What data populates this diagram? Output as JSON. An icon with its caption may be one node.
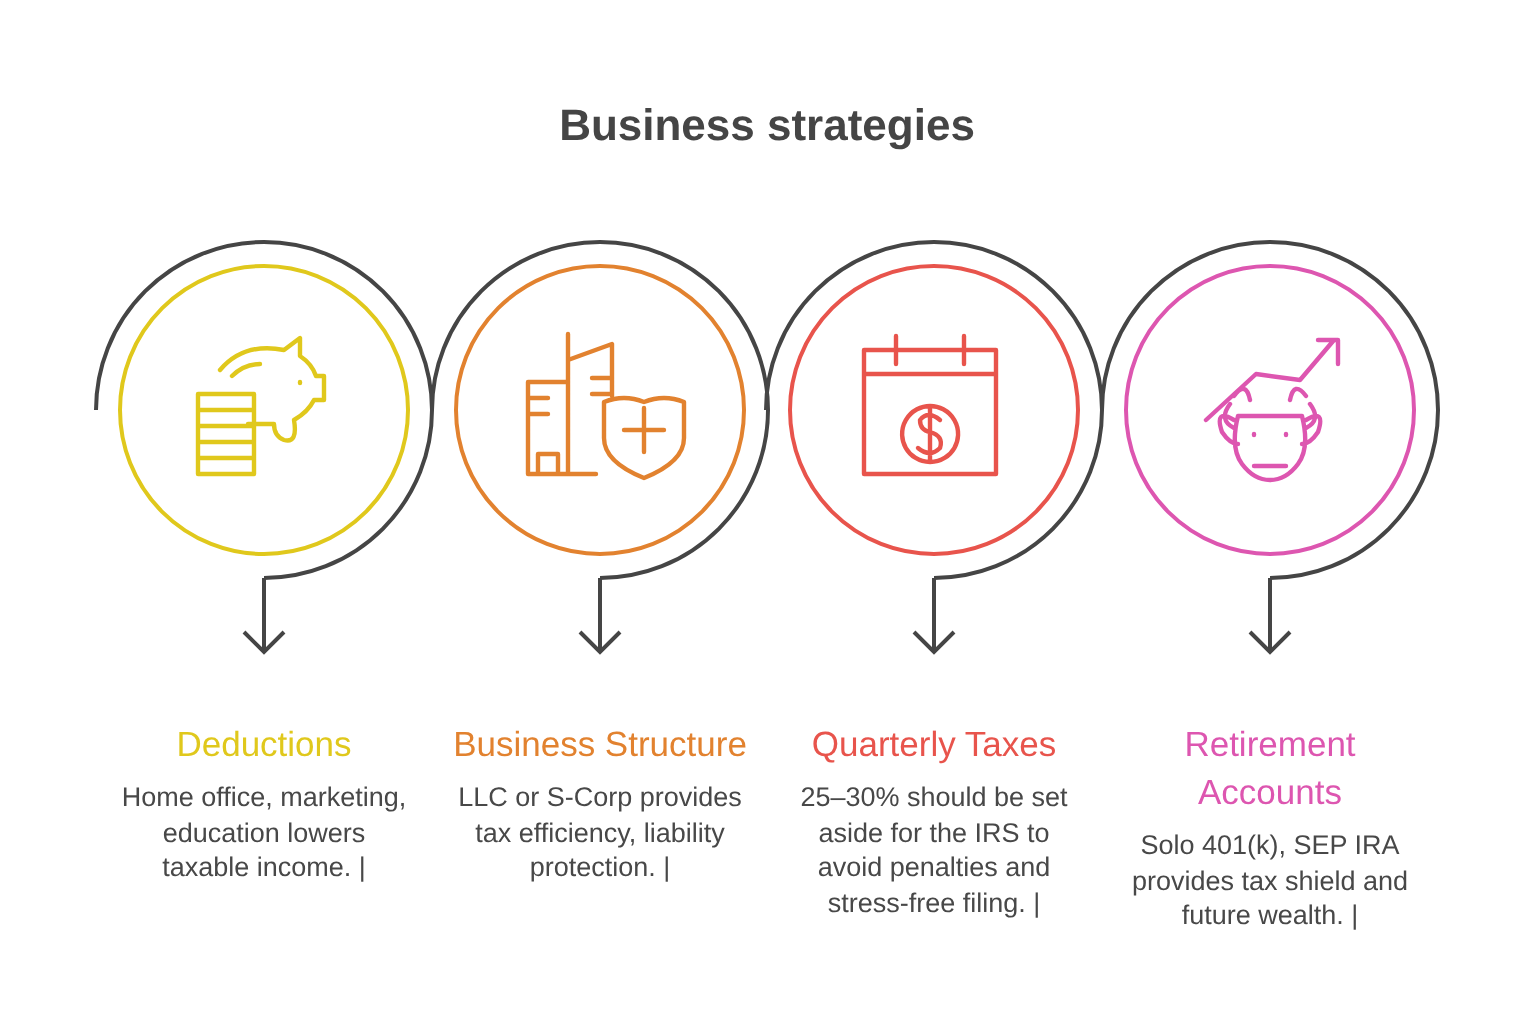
{
  "diagram": {
    "title": "Business strategies",
    "nodes": [
      {
        "text": [],
        "shape": "circle"
      },
      {
        "text": [
          "Deductions",
          "Home office, marketing, education lowers taxable income. |"
        ]
      },
      {
        "text": [],
        "shape": "circle"
      },
      {
        "text": [
          "Business Structure",
          "LLC or S-Corp provides tax efficiency, liability protection. |"
        ]
      },
      {
        "text": [],
        "shape": "circle"
      },
      {
        "text": [
          "Quarterly Taxes",
          "25–30% should be set aside for the IRS to avoid penalties and stress-free filing. |"
        ]
      },
      {
        "text": [],
        "shape": "circle"
      },
      {
        "text": [
          "Retirement Accounts",
          "Solo 401(k), SEP IRA provides tax shield and future wealth. |"
        ]
      }
    ],
    "edges": [
      {
        "from": 0,
        "to": 1,
        "arrow": "to"
      },
      {
        "from": 2,
        "to": 3,
        "arrow": "to"
      },
      {
        "from": 4,
        "to": 5,
        "arrow": "to"
      },
      {
        "from": 6,
        "to": 7,
        "arrow": "to"
      }
    ]
  }
}
